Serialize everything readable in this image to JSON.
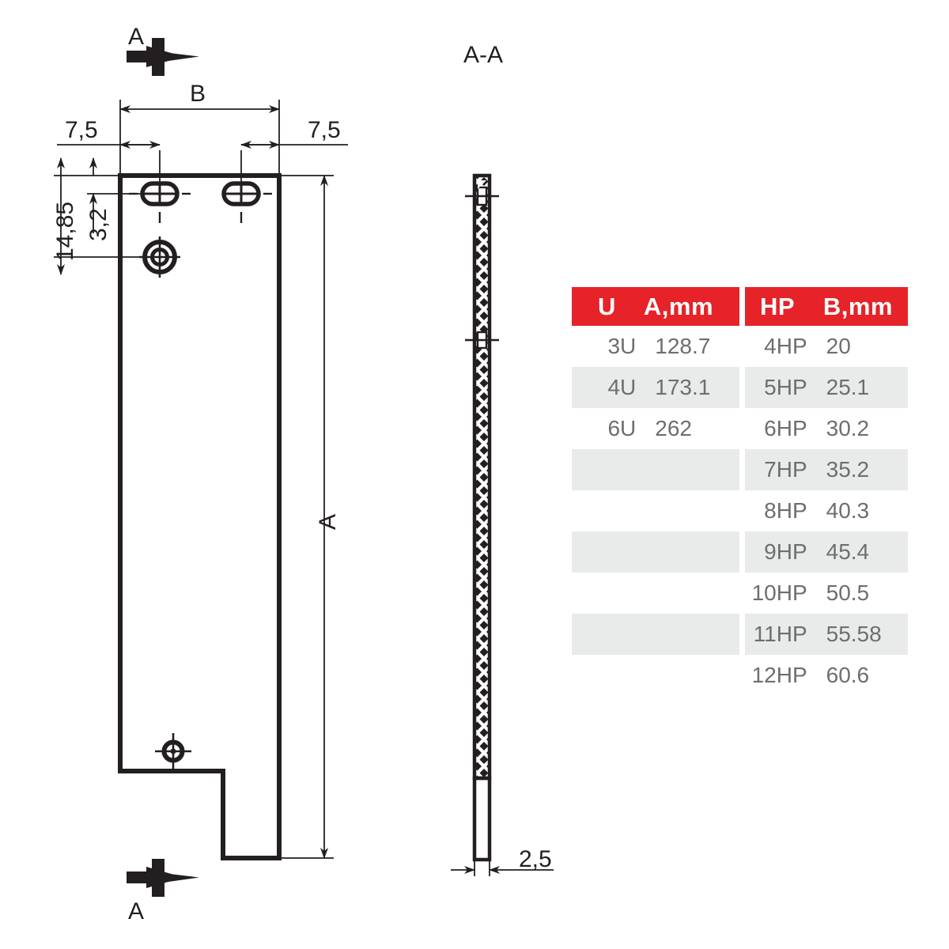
{
  "drawing": {
    "section_label_top": "A",
    "section_label_bottom": "A",
    "section_view_title": "A-A",
    "dimensions": {
      "width_symbol": "B",
      "height_symbol": "A",
      "edge_offset_left": "7,5",
      "edge_offset_right": "7,5",
      "slot_to_top": "3,2",
      "hole_to_top": "14,85",
      "thickness": "2,5"
    }
  },
  "table_left": {
    "headers": [
      "U",
      "A,mm"
    ],
    "rows": [
      {
        "u": "3U",
        "a": "128.7"
      },
      {
        "u": "4U",
        "a": "173.1"
      },
      {
        "u": "6U",
        "a": "262"
      },
      {
        "u": "",
        "a": ""
      },
      {
        "u": "",
        "a": ""
      },
      {
        "u": "",
        "a": ""
      },
      {
        "u": "",
        "a": ""
      },
      {
        "u": "",
        "a": ""
      },
      {
        "u": "",
        "a": ""
      }
    ]
  },
  "table_right": {
    "headers": [
      "HP",
      "B,mm"
    ],
    "rows": [
      {
        "hp": "4HP",
        "b": "20"
      },
      {
        "hp": "5HP",
        "b": "25.1"
      },
      {
        "hp": "6HP",
        "b": "30.2"
      },
      {
        "hp": "7HP",
        "b": "35.2"
      },
      {
        "hp": "8HP",
        "b": "40.3"
      },
      {
        "hp": "9HP",
        "b": "45.4"
      },
      {
        "hp": "10HP",
        "b": "50.5"
      },
      {
        "hp": "11HP",
        "b": "55.58"
      },
      {
        "hp": "12HP",
        "b": "60.6"
      }
    ]
  },
  "colors": {
    "header_red": "#e52329",
    "row_alt": "#e9ebea",
    "line": "#231f20",
    "text_gray": "#6d6e70"
  }
}
